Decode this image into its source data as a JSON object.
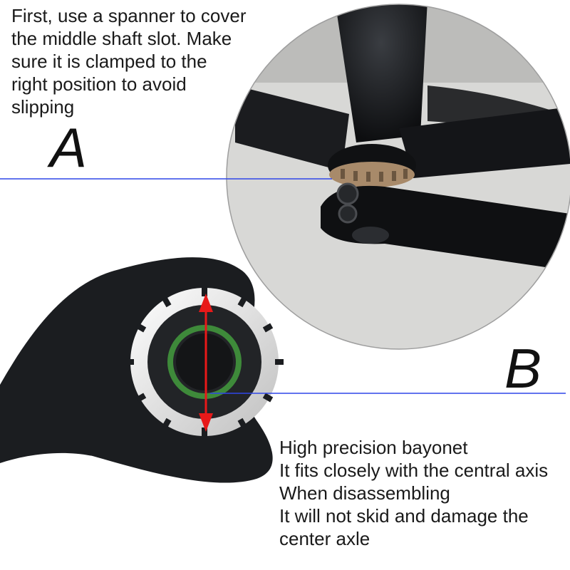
{
  "colors": {
    "pointer_line": "#2f46e8",
    "arrow": "#e81919",
    "tool_body": "#1b1d20",
    "zoom_ring": "#9e9e9e",
    "ring_steel": "#d9d9d9",
    "grease_ring": "#3e8a3a",
    "bike_frame": "#15171a",
    "lockring_bronze": "#a88a6a"
  },
  "labels": {
    "letter_a": "A",
    "letter_b": "B"
  },
  "caption_a": {
    "lines": [
      "First, use a spanner to cover",
      "the middle shaft slot. Make",
      "sure it is clamped to the",
      "right position to avoid",
      "slipping"
    ]
  },
  "caption_b": {
    "lines": [
      "High precision bayonet",
      "It fits closely with the central axis",
      "When disassembling",
      "It will not skid and damage the",
      "center axle"
    ]
  },
  "icons": {
    "spanner": "spanner-tool-photo-icon",
    "bottom_bracket": "bottom-bracket-closeup-icon",
    "measure_arrow": "double-arrow-icon"
  }
}
